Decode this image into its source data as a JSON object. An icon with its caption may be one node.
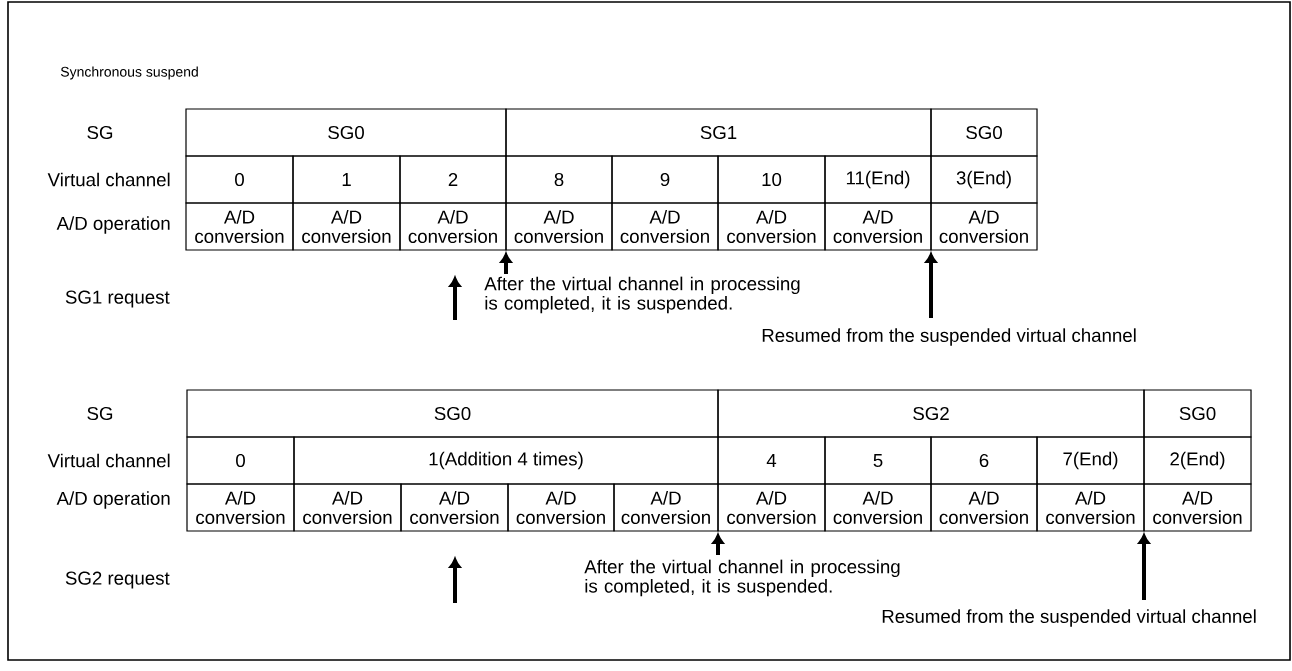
{
  "diagram": {
    "title": "Synchronous suspend",
    "labels": [
      "SG",
      "SG0",
      "SG1",
      "SG0",
      "Virtual channel",
      "0",
      "1",
      "2",
      "8",
      "9",
      "10",
      "11(End)",
      "3(End)",
      "A/D operation",
      "A/D conversion",
      "A/D conversion",
      "A/D conversion",
      "A/D conversion",
      "A/D conversion",
      "A/D conversion",
      "A/D conversion",
      "A/D conversion",
      "SG1 request",
      "After the virtual channel in processing is completed, it is suspended.",
      "Resumed from the suspended virtual channel",
      "SG",
      "SG0",
      "SG2",
      "SG0",
      "Virtual channel",
      "0",
      "1(Addition 4 times)",
      "4",
      "5",
      "6",
      "7(End)",
      "2(End)",
      "A/D operation",
      "A/D conversion",
      "A/D conversion",
      "A/D conversion",
      "A/D conversion",
      "A/D conversion",
      "A/D conversion",
      "A/D conversion",
      "A/D conversion",
      "A/D conversion",
      "A/D conversion",
      "SG2 request",
      "After the virtual channel in processing is completed, it is suspended.",
      "Resumed from the suspended virtual channel"
    ]
  }
}
